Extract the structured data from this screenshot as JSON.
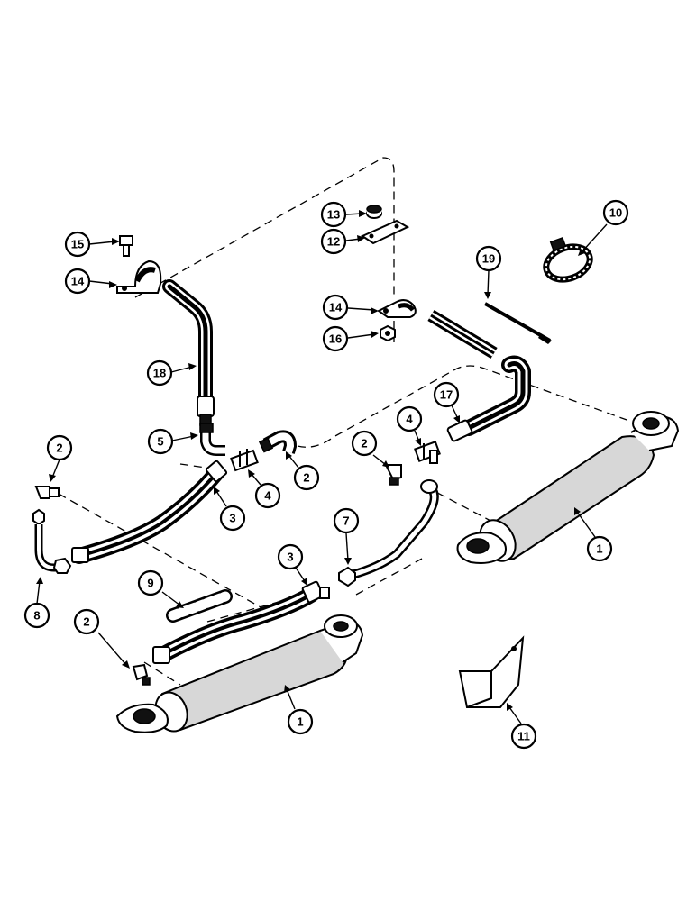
{
  "callouts": [
    {
      "id": "c-15",
      "label": "15"
    },
    {
      "id": "c-14a",
      "label": "14"
    },
    {
      "id": "c-18",
      "label": "18"
    },
    {
      "id": "c-5",
      "label": "5"
    },
    {
      "id": "c-2a",
      "label": "2"
    },
    {
      "id": "c-8",
      "label": "8"
    },
    {
      "id": "c-3a",
      "label": "3"
    },
    {
      "id": "c-4a",
      "label": "4"
    },
    {
      "id": "c-2b",
      "label": "2"
    },
    {
      "id": "c-9",
      "label": "9"
    },
    {
      "id": "c-2c",
      "label": "2"
    },
    {
      "id": "c-3b",
      "label": "3"
    },
    {
      "id": "c-1a",
      "label": "1"
    },
    {
      "id": "c-7",
      "label": "7"
    },
    {
      "id": "c-13",
      "label": "13"
    },
    {
      "id": "c-12",
      "label": "12"
    },
    {
      "id": "c-14b",
      "label": "14"
    },
    {
      "id": "c-16",
      "label": "16"
    },
    {
      "id": "c-19",
      "label": "19"
    },
    {
      "id": "c-10",
      "label": "10"
    },
    {
      "id": "c-17",
      "label": "17"
    },
    {
      "id": "c-4b",
      "label": "4"
    },
    {
      "id": "c-2d",
      "label": "2"
    },
    {
      "id": "c-1b",
      "label": "1"
    },
    {
      "id": "c-11",
      "label": "11"
    }
  ],
  "colors": {
    "ink": "#000000",
    "paper": "#ffffff",
    "body_fill": "#d7d7d7"
  }
}
